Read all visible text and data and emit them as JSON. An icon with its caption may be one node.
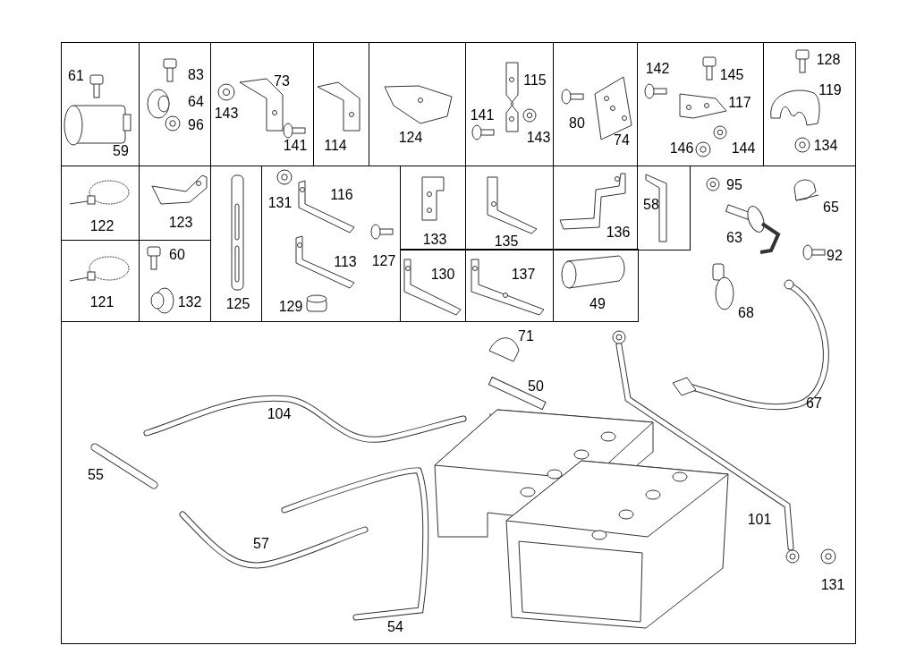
{
  "diagram": {
    "nodes": [
      {
        "text": [
          "95",
          "65",
          "63",
          "92",
          "68",
          "71",
          "50",
          "104",
          "67",
          "55",
          "101",
          "57",
          "131",
          "54"
        ]
      },
      {
        "text": [
          "61",
          "59"
        ],
        "in": 0
      },
      {
        "text": [
          "83",
          "64",
          "96"
        ],
        "in": 0
      },
      {
        "text": [
          "73",
          "143",
          "141"
        ],
        "in": 0
      },
      {
        "text": [
          "114"
        ],
        "in": 0
      },
      {
        "text": [
          "124"
        ],
        "in": 0
      },
      {
        "text": [
          "115",
          "141",
          "143"
        ],
        "in": 0
      },
      {
        "text": [
          "80",
          "74"
        ],
        "in": 0
      },
      {
        "text": [
          "142",
          "145",
          "117",
          "146",
          "144"
        ],
        "in": 0
      },
      {
        "text": [
          "128",
          "119",
          "134"
        ],
        "in": 0
      },
      {
        "text": [
          "122"
        ],
        "in": 0
      },
      {
        "text": [
          "123"
        ],
        "in": 0
      },
      {
        "text": [
          "121"
        ],
        "in": 0
      },
      {
        "text": [
          "60",
          "132"
        ],
        "in": 0
      },
      {
        "text": [
          "125"
        ],
        "in": 0
      },
      {
        "text": [
          "131",
          "116",
          "113",
          "127",
          "129"
        ],
        "in": 0
      },
      {
        "text": [
          "133"
        ],
        "in": 0
      },
      {
        "text": [
          "135"
        ],
        "in": 0
      },
      {
        "text": [
          "136"
        ],
        "in": 0
      },
      {
        "text": [
          "58"
        ],
        "in": 0
      },
      {
        "text": [
          "130"
        ],
        "in": 0
      },
      {
        "text": [
          "137"
        ],
        "in": 0
      },
      {
        "text": [
          "49"
        ],
        "in": 0
      }
    ],
    "edges": []
  }
}
